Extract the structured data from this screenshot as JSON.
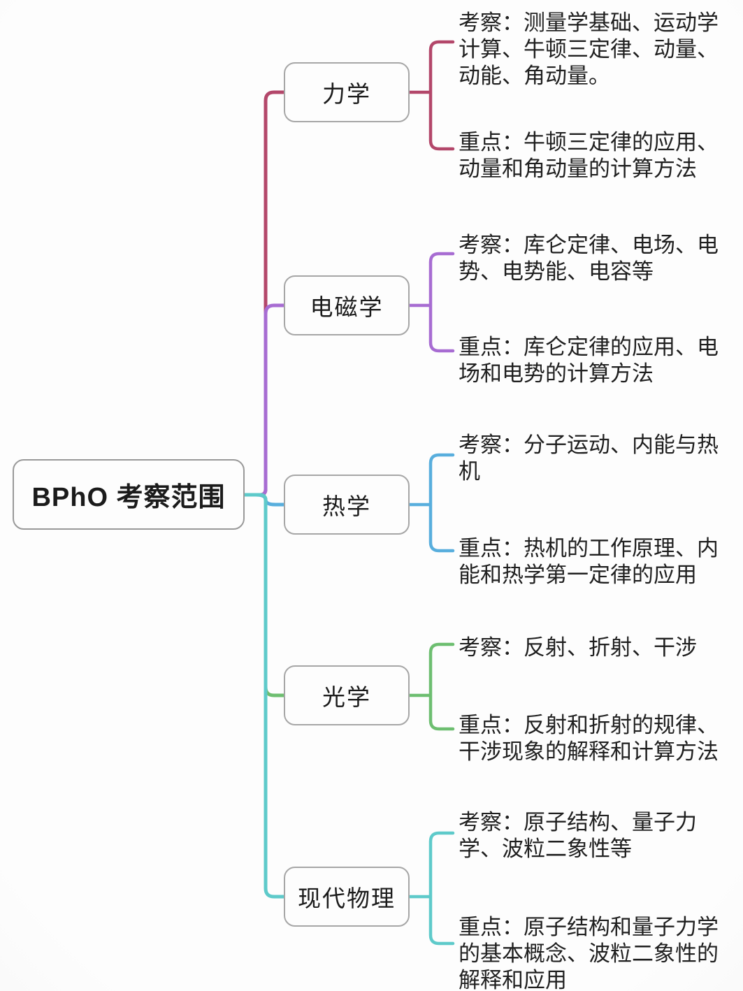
{
  "root": {
    "label": "BPhO 考察范围"
  },
  "branches": [
    {
      "label": "力学",
      "color": "#b3476a",
      "exam_lines": [
        "考察：测量学基础、运动学",
        "计算、牛顿三定律、动量、",
        "动能、角动量。"
      ],
      "focus_lines": [
        "重点：牛顿三定律的应用、",
        "动量和角动量的计算方法"
      ]
    },
    {
      "label": "电磁学",
      "color": "#a76cd2",
      "exam_lines": [
        "考察：库仑定律、电场、电",
        "势、电势能、电容等"
      ],
      "focus_lines": [
        "重点：库仑定律的应用、电",
        "场和电势的计算方法"
      ]
    },
    {
      "label": "热学",
      "color": "#58aedd",
      "exam_lines": [
        "考察：分子运动、内能与热",
        "机"
      ],
      "focus_lines": [
        "重点：热机的工作原理、内",
        "能和热学第一定律的应用"
      ]
    },
    {
      "label": "光学",
      "color": "#6dbe70",
      "exam_lines": [
        "考察：反射、折射、干涉"
      ],
      "focus_lines": [
        "重点：反射和折射的规律、",
        "干涉现象的解释和计算方法"
      ]
    },
    {
      "label": "现代物理",
      "color": "#5ecaca",
      "exam_lines": [
        "考察：原子结构、量子力",
        "学、波粒二象性等"
      ],
      "focus_lines": [
        "重点：原子结构和量子力学",
        "的基本概念、波粒二象性的",
        "解释和应用"
      ]
    }
  ]
}
